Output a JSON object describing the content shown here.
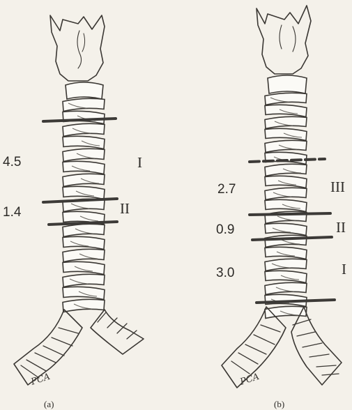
{
  "panels": [
    {
      "id": "a",
      "caption": "(a)",
      "signature": "PCA",
      "lengths": [
        "4.5",
        "1.4"
      ],
      "segments": [
        "I",
        "II"
      ]
    },
    {
      "id": "b",
      "caption": "(b)",
      "signature": "PCA",
      "lengths": [
        "2.7",
        "0.9",
        "3.0"
      ],
      "segments": [
        "III",
        "II",
        "I"
      ]
    }
  ],
  "colors": {
    "background": "#f4f1ea",
    "ink": "#3a3733"
  }
}
